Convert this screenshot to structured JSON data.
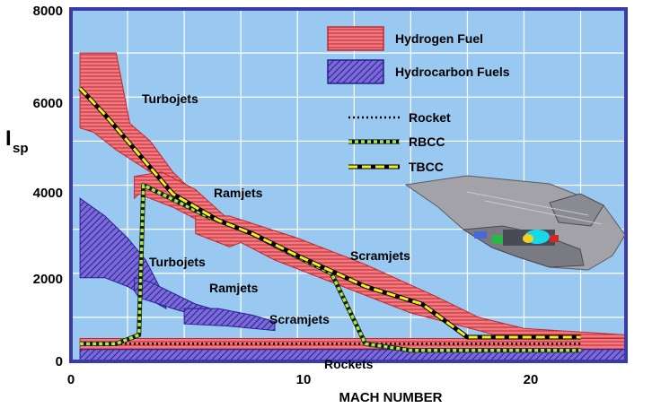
{
  "chart_data": {
    "type": "line",
    "xlabel": "MACH NUMBER",
    "ylabel_main": "I",
    "ylabel_sub": "sp",
    "xlim": [
      0,
      24.5
    ],
    "ylim": [
      0,
      8000
    ],
    "x_ticks": [
      0,
      10,
      20
    ],
    "y_ticks": [
      0,
      2000,
      4000,
      6000,
      8000
    ],
    "x_ticks_labels": [
      "0",
      "10",
      "20"
    ],
    "y_ticks_labels": [
      "0",
      "2000",
      "4000",
      "6000",
      "8000"
    ],
    "grid": true,
    "x_grid": [
      2.5,
      5,
      7.5,
      10,
      12.5,
      15,
      17.5,
      20,
      22.5
    ],
    "y_grid": [
      1000,
      2000,
      3000,
      4000,
      5000,
      6000,
      7000
    ],
    "background_color": "#99c8f0",
    "frame_color": "#3a3aa8",
    "legend": {
      "position": "top-right",
      "regions": [
        {
          "label": "Hydrogen Fuel",
          "color": "#e8666e"
        },
        {
          "label": "Hydrocarbon Fuels",
          "color": "#5a4ab8"
        }
      ],
      "lines": [
        {
          "label": "Rocket",
          "style": "dotted"
        },
        {
          "label": "RBCC",
          "style": "dashed-green"
        },
        {
          "label": "TBCC",
          "style": "dashed-yellow"
        }
      ]
    },
    "regions": [
      {
        "name": "Turbojets",
        "fuel": "Hydrogen Fuel",
        "polygon": [
          [
            0.4,
            7000
          ],
          [
            2.0,
            7000
          ],
          [
            2.6,
            5400
          ],
          [
            3.5,
            5000
          ],
          [
            4.5,
            4300
          ],
          [
            5.5,
            3800
          ],
          [
            6.5,
            3200
          ],
          [
            5.0,
            3900
          ],
          [
            3.5,
            4300
          ],
          [
            2.0,
            4800
          ],
          [
            1.0,
            5200
          ],
          [
            0.4,
            5300
          ]
        ]
      },
      {
        "name": "Ramjets",
        "fuel": "Hydrogen Fuel",
        "polygon": [
          [
            2.8,
            4200
          ],
          [
            4.0,
            4300
          ],
          [
            5.5,
            3900
          ],
          [
            7.0,
            3200
          ],
          [
            6.0,
            3100
          ],
          [
            4.5,
            3500
          ],
          [
            3.0,
            3800
          ],
          [
            2.8,
            3700
          ]
        ]
      },
      {
        "name": "Scramjets",
        "fuel": "Hydrogen Fuel",
        "polygon": [
          [
            5.5,
            3300
          ],
          [
            7.0,
            3300
          ],
          [
            10.0,
            2800
          ],
          [
            13.0,
            2200
          ],
          [
            16.0,
            1500
          ],
          [
            18.0,
            1000
          ],
          [
            20.0,
            750
          ],
          [
            24.5,
            600
          ],
          [
            24.5,
            100
          ],
          [
            22.0,
            150
          ],
          [
            18.0,
            700
          ],
          [
            15.0,
            1100
          ],
          [
            12.0,
            1700
          ],
          [
            9.0,
            2300
          ],
          [
            7.5,
            2700
          ],
          [
            7.0,
            2600
          ],
          [
            5.5,
            2900
          ]
        ]
      },
      {
        "name": "Rockets",
        "fuel": "Hydrogen Fuel",
        "polygon": [
          [
            0.4,
            520
          ],
          [
            24.5,
            520
          ],
          [
            24.5,
            130
          ],
          [
            0.4,
            130
          ]
        ]
      },
      {
        "name": "Turbojets",
        "fuel": "Hydrocarbon Fuels",
        "polygon": [
          [
            0.4,
            3700
          ],
          [
            1.5,
            3300
          ],
          [
            2.5,
            2800
          ],
          [
            3.3,
            2300
          ],
          [
            4.0,
            1600
          ],
          [
            4.2,
            1200
          ],
          [
            3.5,
            1400
          ],
          [
            2.5,
            1700
          ],
          [
            1.5,
            1900
          ],
          [
            0.4,
            1900
          ]
        ]
      },
      {
        "name": "Ramjets",
        "fuel": "Hydrocarbon Fuels",
        "polygon": [
          [
            2.8,
            1900
          ],
          [
            3.5,
            1800
          ],
          [
            5.5,
            1300
          ],
          [
            7.5,
            1000
          ],
          [
            6.5,
            900
          ],
          [
            4.5,
            1200
          ],
          [
            3.0,
            1450
          ],
          [
            2.8,
            1600
          ]
        ]
      },
      {
        "name": "Scramjets",
        "fuel": "Hydrocarbon Fuels",
        "polygon": [
          [
            5.0,
            1200
          ],
          [
            6.5,
            1200
          ],
          [
            8.0,
            1050
          ],
          [
            9.0,
            900
          ],
          [
            9.0,
            700
          ],
          [
            7.0,
            800
          ],
          [
            5.0,
            850
          ]
        ]
      },
      {
        "name": "Rockets",
        "fuel": "Hydrocarbon Fuels",
        "polygon": [
          [
            0.4,
            270
          ],
          [
            24.5,
            270
          ],
          [
            24.5,
            0
          ],
          [
            0.4,
            0
          ]
        ]
      }
    ],
    "region_labels": [
      "Turbojets",
      "Ramjets",
      "Scramjets",
      "Turbojets",
      "Ramjets",
      "Scramjets",
      "Rockets"
    ],
    "series": [
      {
        "name": "Rocket",
        "style": "dotted",
        "x": [
          0.4,
          22.5
        ],
        "y": [
          400,
          400
        ]
      },
      {
        "name": "RBCC",
        "style": "dashed-green",
        "x": [
          0.4,
          2.0,
          3.0,
          3.2,
          4.0,
          6.0,
          8.0,
          9.5,
          10.5,
          11.5,
          13.0,
          15.0,
          18.0,
          22.5
        ],
        "y": [
          400,
          400,
          600,
          4000,
          3800,
          3300,
          2900,
          2500,
          2250,
          2000,
          400,
          250,
          250,
          250
        ]
      },
      {
        "name": "TBCC",
        "style": "dashed-yellow",
        "x": [
          0.4,
          1.5,
          3.0,
          4.5,
          6.5,
          8.0,
          10.0,
          13.0,
          15.5,
          17.5,
          22.5
        ],
        "y": [
          6200,
          5600,
          4700,
          3800,
          3200,
          2900,
          2400,
          1700,
          1300,
          550,
          550
        ]
      }
    ]
  }
}
